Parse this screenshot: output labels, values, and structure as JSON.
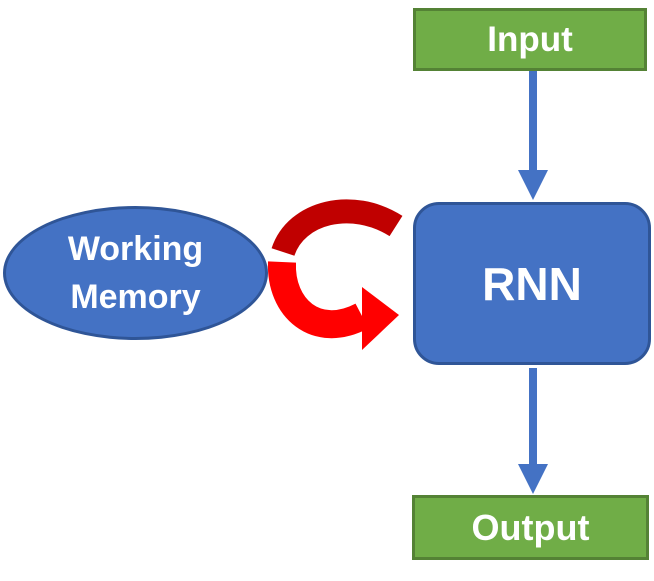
{
  "diagram": {
    "background_color": "#FFFFFF",
    "nodes": {
      "input": {
        "label": "Input",
        "shape": "rectangle",
        "fill": "#70AD47",
        "border": "#548235",
        "text_color": "#FFFFFF"
      },
      "rnn": {
        "label": "RNN",
        "shape": "rounded-rectangle",
        "fill": "#4472C4",
        "border": "#2F5597",
        "text_color": "#FFFFFF"
      },
      "output": {
        "label": "Output",
        "shape": "rectangle",
        "fill": "#70AD47",
        "border": "#548235",
        "text_color": "#FFFFFF"
      },
      "working_memory": {
        "label_line1": "Working",
        "label_line2": "Memory",
        "shape": "ellipse",
        "fill": "#4472C4",
        "border": "#2F5597",
        "text_color": "#FFFFFF"
      }
    },
    "edges": [
      {
        "from": "Input",
        "to": "RNN",
        "type": "straight-arrow-down",
        "color": "#4472C4"
      },
      {
        "from": "RNN",
        "to": "Output",
        "type": "straight-arrow-down",
        "color": "#4472C4"
      },
      {
        "from": "Working Memory",
        "to": "RNN",
        "type": "curved-loop-arrow",
        "color_upper_band": "#C00000",
        "color_lower_band": "#FF0000"
      }
    ],
    "colors": {
      "arrow_blue": "#4472C4",
      "loop_dark_red": "#C00000",
      "loop_red": "#FF0000"
    }
  }
}
